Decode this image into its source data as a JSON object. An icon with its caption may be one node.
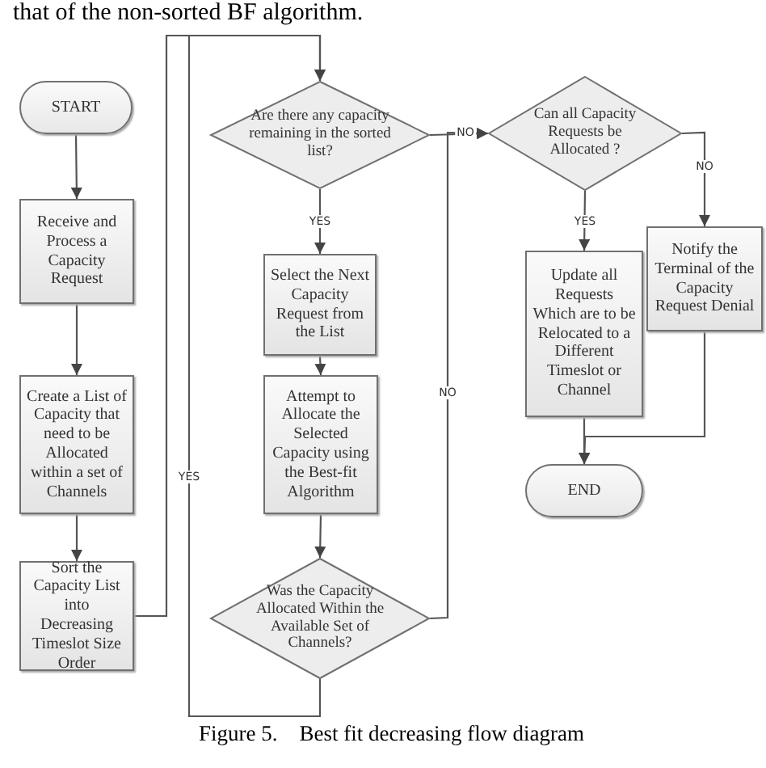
{
  "diagram": {
    "caption": "Figure 5.    Best fit decreasing flow diagram",
    "nodes": [
      {
        "text": [
          "START"
        ]
      },
      {
        "text": [
          "Receive and Process a Capacity Request"
        ]
      },
      {
        "text": [
          "Create a List of Capacity that need to be Allocated within a set of Channels"
        ]
      },
      {
        "text": [
          "Sort the Capacity List into Decreasing Timeslot Size Order"
        ]
      },
      {
        "text": [
          "Are there any capacity remaining in the sorted list?"
        ]
      },
      {
        "text": [
          "Select the Next Capacity Request from the List"
        ]
      },
      {
        "text": [
          "Attempt to Allocate the Selected Capacity using the Best-fit Algorithm"
        ]
      },
      {
        "text": [
          "Was the Capacity Allocated Within the Available Set of Channels?"
        ]
      },
      {
        "text": [
          "Can all Capacity Requests be Allocated ?"
        ]
      },
      {
        "text": [
          "Update all Requests Which are to be Relocated to a Different Timeslot or Channel"
        ]
      },
      {
        "text": [
          "Notify the Terminal of the Capacity Request Denial"
        ]
      },
      {
        "text": [
          "END"
        ]
      }
    ],
    "edges": [
      {
        "from": 0,
        "to": 1,
        "arrow": "to"
      },
      {
        "from": 1,
        "to": 2,
        "arrow": "to"
      },
      {
        "from": 2,
        "to": 3,
        "arrow": "to"
      },
      {
        "from": 3,
        "to": 4,
        "arrow": "to"
      },
      {
        "from": 4,
        "to": 5,
        "arrow": "to",
        "label": "YES"
      },
      {
        "from": 5,
        "to": 6,
        "arrow": "to"
      },
      {
        "from": 6,
        "to": 7,
        "arrow": "to"
      },
      {
        "from": 7,
        "to": 4,
        "arrow": "to",
        "label": "YES"
      },
      {
        "from": 7,
        "to": 8,
        "arrow": "to",
        "label": "NO"
      },
      {
        "from": 4,
        "to": 8,
        "arrow": "to",
        "label": "NO"
      },
      {
        "from": 8,
        "to": 9,
        "arrow": "to",
        "label": "YES"
      },
      {
        "from": 8,
        "to": 10,
        "arrow": "to",
        "label": "NO"
      },
      {
        "from": 9,
        "to": 11,
        "arrow": "to"
      },
      {
        "from": 10,
        "to": 11,
        "arrow": "to"
      }
    ],
    "labels": [
      "that of the non-sorted BF algorithm."
    ]
  }
}
